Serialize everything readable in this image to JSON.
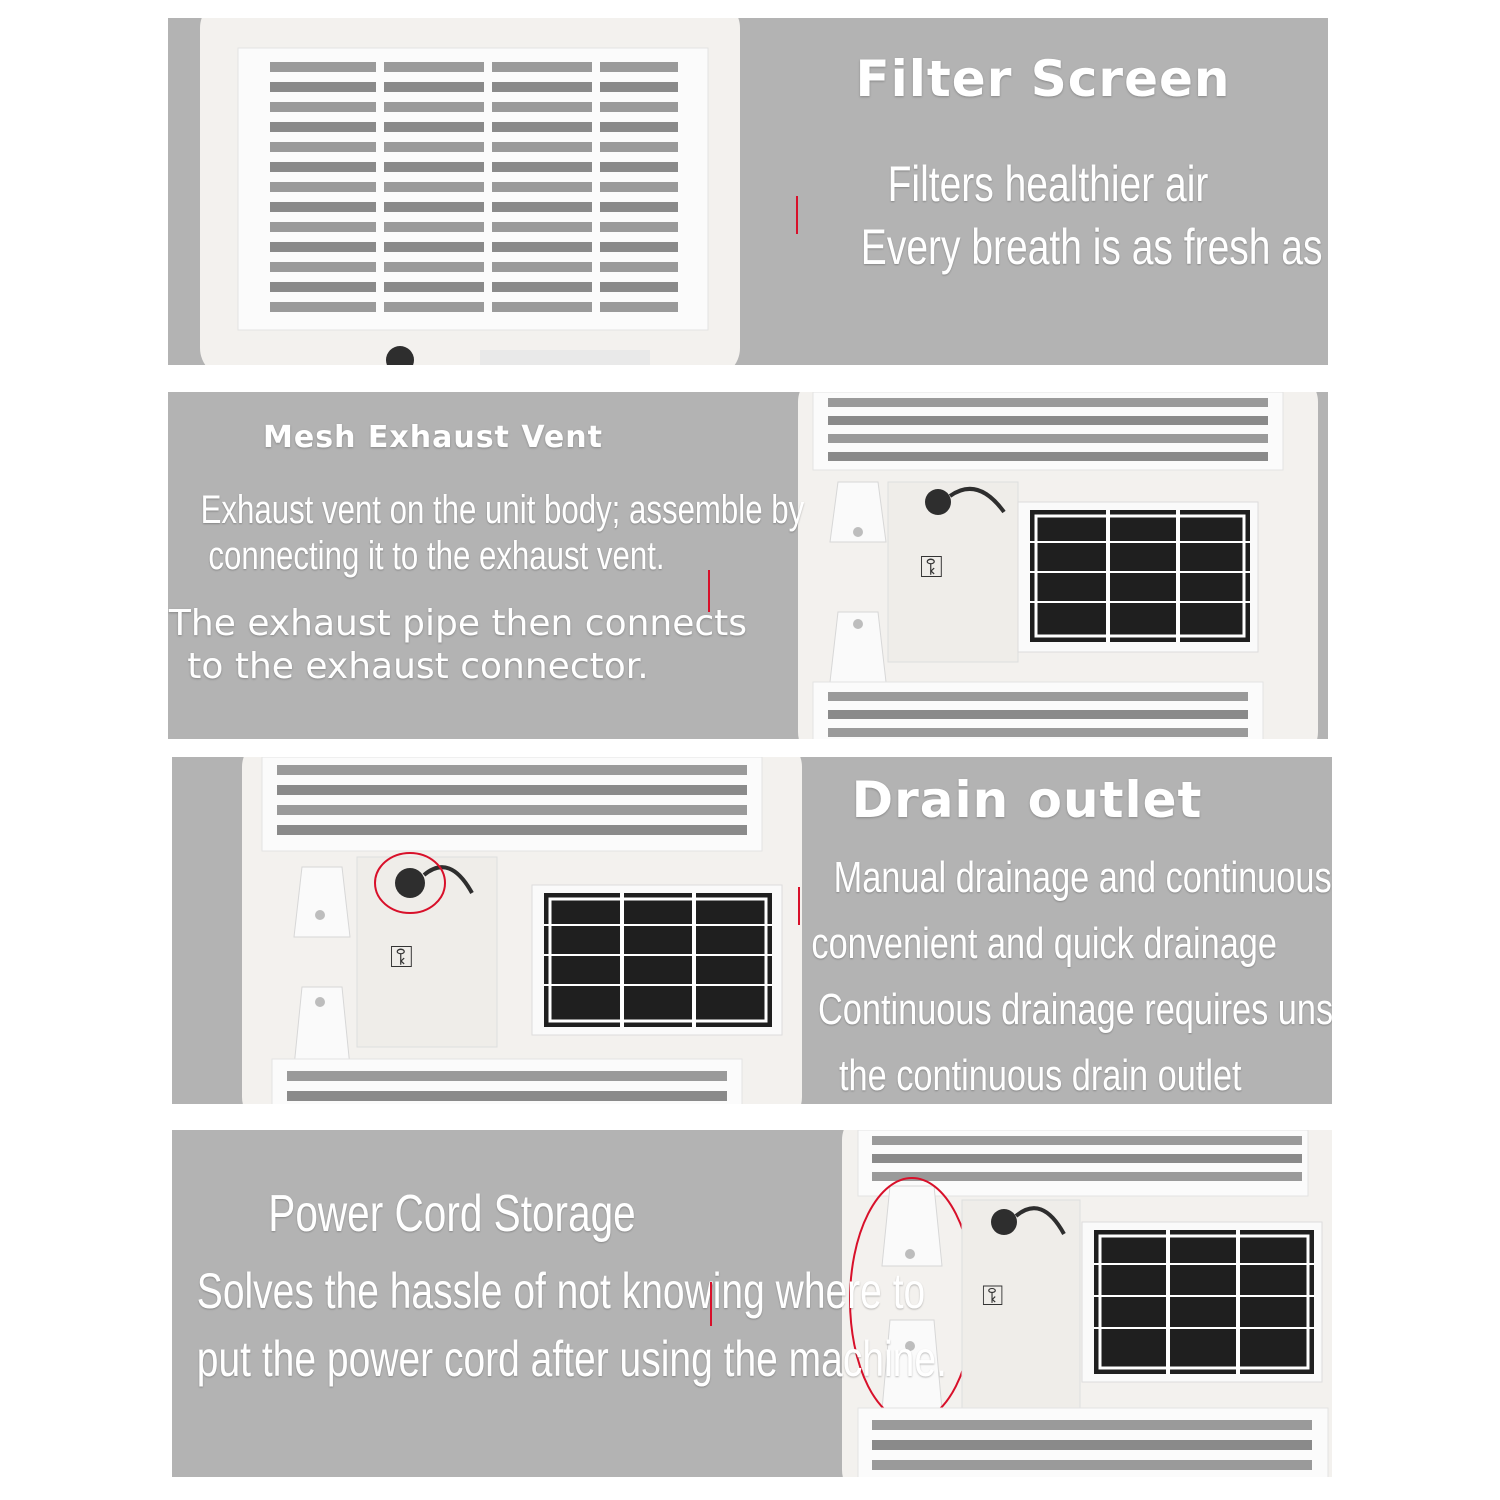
{
  "colors": {
    "panel_bg": "#b3b3b3",
    "text": "#ffffff",
    "accent_marker": "#d8102a",
    "device_body": "#f3f1ee",
    "grille_dark": "#8a8a8a"
  },
  "panels": [
    {
      "heading": "Filter Screen",
      "lines": [
        "Filters healthier air",
        "Every breath is as fresh as nature's"
      ]
    },
    {
      "heading": "Mesh Exhaust Vent",
      "lines": [
        "Exhaust vent on the unit body; assemble by",
        "connecting it to the exhaust vent.",
        "The exhaust pipe then connects",
        "to the exhaust connector."
      ]
    },
    {
      "heading": "Drain outlet",
      "lines": [
        "Manual drainage and continuous drainage,",
        "convenient and quick drainage",
        "Continuous drainage requires unscrewing",
        "the continuous drain outlet"
      ]
    },
    {
      "heading": "Power Cord Storage",
      "lines": [
        "Solves the hassle of not knowing where to",
        "put the power cord after using the machine."
      ]
    }
  ]
}
